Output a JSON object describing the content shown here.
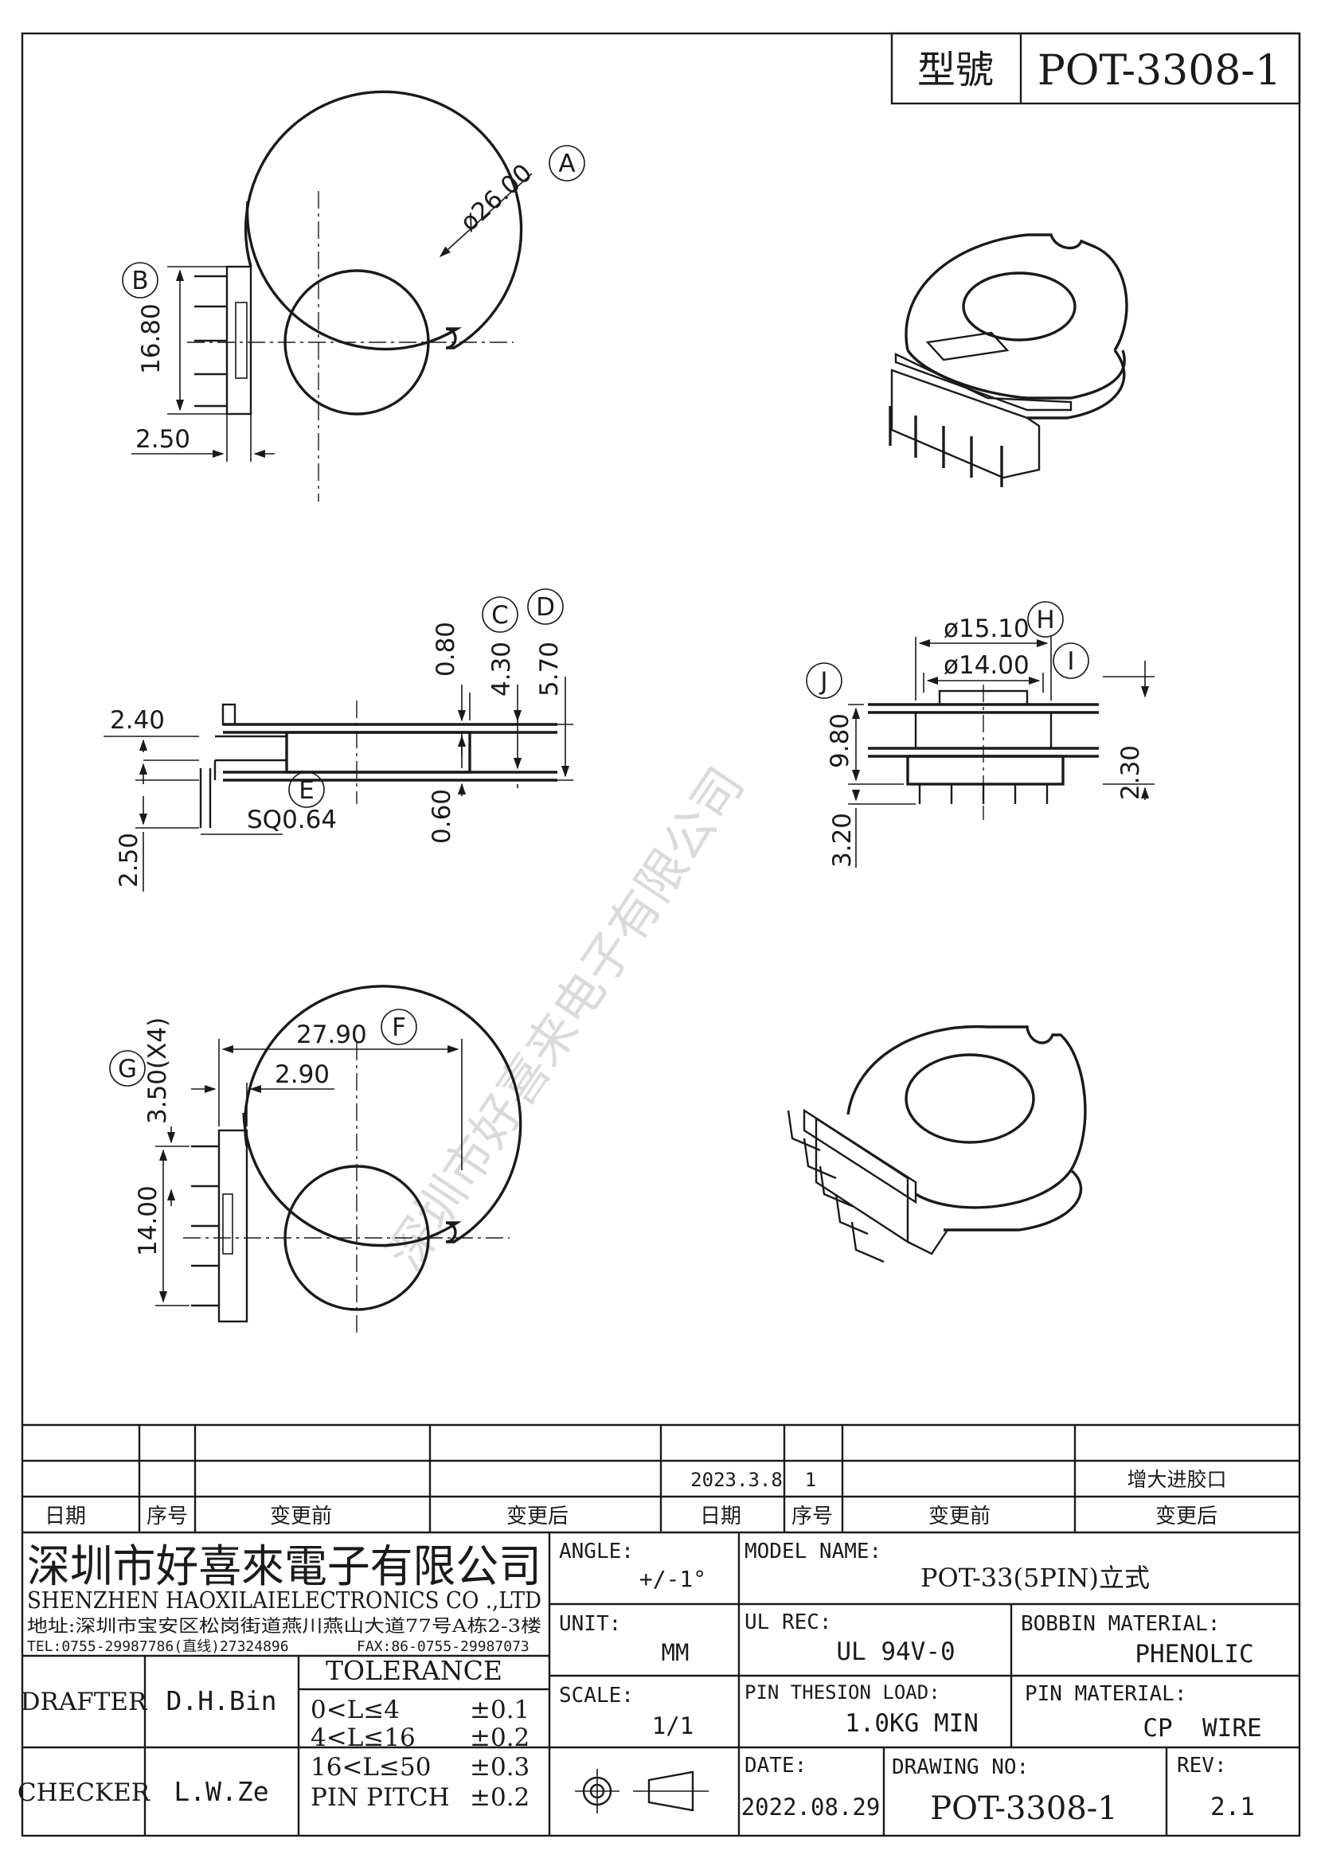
{
  "header": {
    "model_label": "型號",
    "model_value": "POT-3308-1"
  },
  "views": {
    "top": {
      "dia": "ø26.00",
      "dia_ref": "A",
      "height": "16.80",
      "height_ref": "B",
      "offset": "2.50"
    },
    "side": {
      "d1": "0.80",
      "d1_ref": "C",
      "d2": "4.30",
      "d2_ref": "D",
      "d3": "5.70",
      "left": "2.40",
      "pin": "SQ0.64",
      "pin_ref": "E",
      "bottom": "0.60",
      "pin_len": "2.50"
    },
    "front": {
      "d_outer": "ø15.10",
      "d_outer_ref": "H",
      "d_inner": "ø14.00",
      "d_inner_ref": "I",
      "height": "9.80",
      "height_ref": "J",
      "flange": "2.30",
      "pin_len": "3.20"
    },
    "bottom": {
      "width": "27.90",
      "width_ref": "F",
      "offset": "2.90",
      "pitch": "3.50(X4)",
      "pitch_ref": "G",
      "span": "14.00"
    }
  },
  "watermark": "深圳市好喜来电子有限公司",
  "revision_table": {
    "rows": [
      [
        "",
        "",
        "",
        "",
        "",
        "",
        "",
        ""
      ],
      [
        "",
        "",
        "",
        "",
        "2023.3.8",
        "1",
        "",
        "增大进胶口"
      ]
    ],
    "headers": [
      "日期",
      "序号",
      "变更前",
      "变更后",
      "日期",
      "序号",
      "变更前",
      "变更后"
    ]
  },
  "company": {
    "name_cn": "深圳市好喜來電子有限公司",
    "name_en": "SHENZHEN HAOXILAIELECTRONICS CO .,LTD",
    "address": "地址:深圳市宝安区松岗街道燕川燕山大道77号A栋2-3楼",
    "tel": "TEL:0755-29987786(直线)27324896",
    "fax": "FAX:86-0755-29987073"
  },
  "title_block": {
    "drafter_label": "DRAFTER",
    "drafter": "D.H.Bin",
    "checker_label": "CHECKER",
    "checker": "L.W.Ze",
    "tolerance_label": "TOLERANCE",
    "tolerances": [
      {
        "range": "0<L≤4",
        "value": "±0.1"
      },
      {
        "range": "4<L≤16",
        "value": "±0.2"
      },
      {
        "range": "16<L≤50",
        "value": "±0.3"
      },
      {
        "range": "PIN PITCH",
        "value": "±0.2"
      }
    ],
    "angle_label": "ANGLE:",
    "angle": "+/-1°",
    "unit_label": "UNIT:",
    "unit": "MM",
    "scale_label": "SCALE:",
    "scale": "1/1",
    "model_name_label": "MODEL NAME:",
    "model_name": "POT-33(5PIN)立式",
    "ul_label": "UL REC:",
    "ul": "UL 94V-0",
    "bobbin_label": "BOBBIN MATERIAL:",
    "bobbin": "PHENOLIC",
    "load_label": "PIN THESION LOAD:",
    "load": "1.0KG MIN",
    "pin_mat_label": "PIN MATERIAL:",
    "pin_mat": "CP  WIRE",
    "date_label": "DATE:",
    "date": "2022.08.29",
    "drawing_no_label": "DRAWING NO:",
    "drawing_no": "POT-3308-1",
    "rev_label": "REV:",
    "rev": "2.1"
  }
}
